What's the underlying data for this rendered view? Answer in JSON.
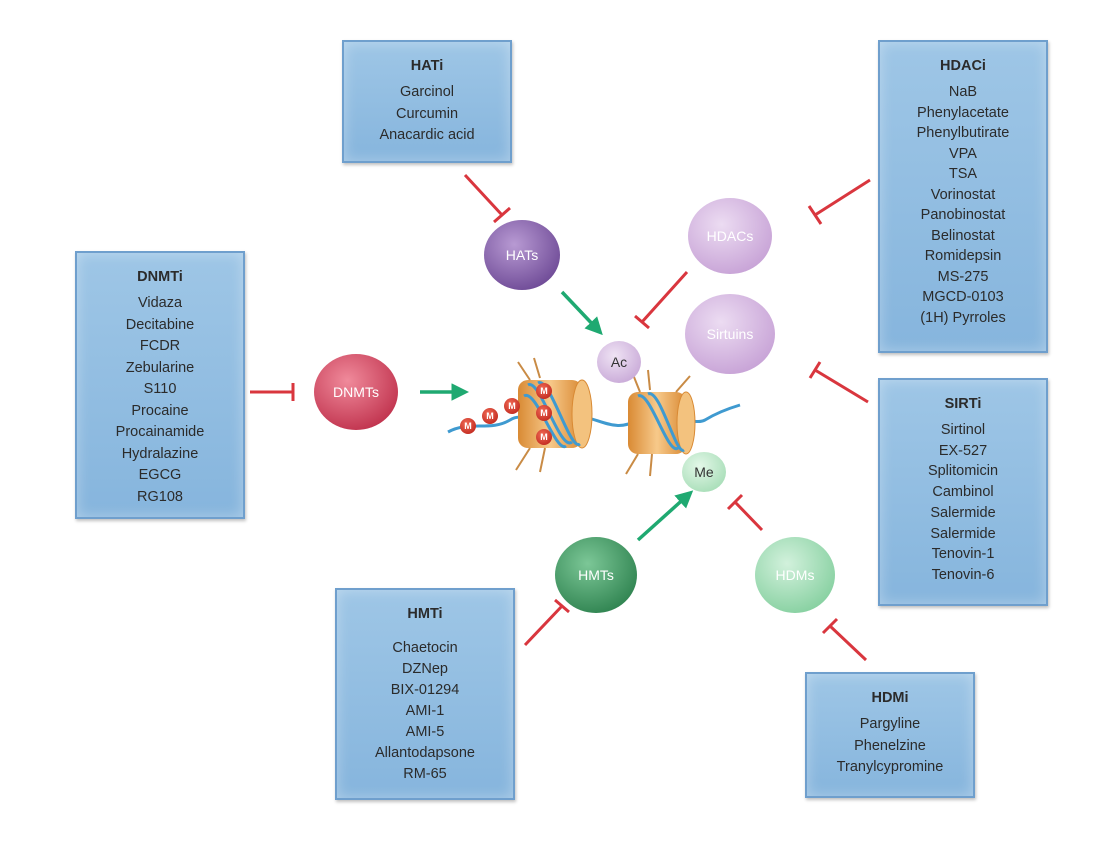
{
  "boxes": {
    "hati": {
      "title": "HATi",
      "items": [
        "Garcinol",
        "Curcumin",
        "Anacardic acid"
      ]
    },
    "hdaci": {
      "title": "HDACi",
      "items": [
        "NaB",
        "Phenylacetate",
        "Phenylbutirate",
        "VPA",
        "TSA",
        "Vorinostat",
        "Panobinostat",
        "Belinostat",
        "Romidepsin",
        "MS-275",
        "MGCD-0103",
        "(1H) Pyrroles"
      ]
    },
    "dnmti": {
      "title": "DNMTi",
      "items": [
        "Vidaza",
        "Decitabine",
        "FCDR",
        "Zebularine",
        "S110",
        "Procaine",
        "Procainamide",
        "Hydralazine",
        "EGCG",
        "RG108"
      ]
    },
    "sirti": {
      "title": "SIRTi",
      "items": [
        "Sirtinol",
        "EX-527",
        "Splitomicin",
        "Cambinol",
        "Salermide",
        "Salermide",
        "Tenovin-1",
        "Tenovin-6"
      ]
    },
    "hmti": {
      "title": "HMTi",
      "items": [
        "Chaetocin",
        "DZNep",
        "BIX-01294",
        "AMI-1",
        "AMI-5",
        "Allantodapsone",
        "RM-65"
      ]
    },
    "hdmi": {
      "title": "HDMi",
      "items": [
        "Pargyline",
        "Phenelzine",
        "Tranylcypromine"
      ]
    }
  },
  "enzymes": {
    "hats": "HATs",
    "hdacs": "HDACs",
    "sirtuins": "Sirtuins",
    "dnmts": "DNMTs",
    "hmts": "HMTs",
    "hdms": "HDMs"
  },
  "marks": {
    "acetyl": "Ac",
    "methyl": "Me",
    "dna_methyl": "M"
  },
  "colors": {
    "box_fill": "#93bfe2",
    "inhibit_arrow": "#d9363e",
    "activate_arrow": "#1fa971",
    "hat_purple": "#8a64ad",
    "hdac_lilac": "#d2b3dd",
    "dnmt_red": "#d24d63",
    "hmt_green": "#3d9a62",
    "hdm_green": "#9bdcb0",
    "nucleosome_orange": "#e8a654",
    "dna_blue": "#3f9ad0"
  }
}
